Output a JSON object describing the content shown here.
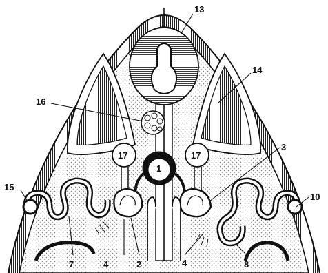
{
  "labels": {
    "l1": "1",
    "l2": "2",
    "l3": "3",
    "l4a": "4",
    "l4b": "4",
    "l7": "7",
    "l8": "8",
    "l10": "10",
    "l13": "13",
    "l14": "14",
    "l15": "15",
    "l16": "16",
    "l17a": "17",
    "l17b": "17"
  },
  "colors": {
    "ink": "#111111",
    "stipple": "#d8d8d8",
    "paper": "#ffffff"
  }
}
